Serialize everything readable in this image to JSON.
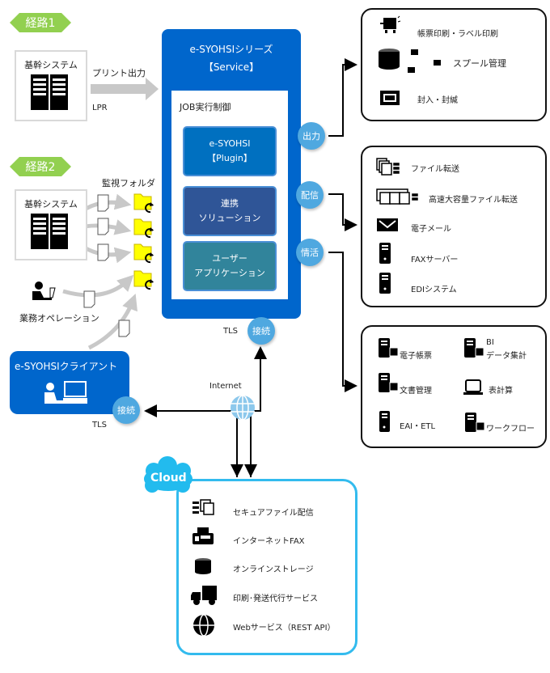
{
  "routes": [
    {
      "label": "経路1"
    },
    {
      "label": "経路2"
    }
  ],
  "route1": {
    "system_label": "基幹システム",
    "arrow_label": "プリント出力",
    "protocol_label": "LPR"
  },
  "route2": {
    "system_label": "基幹システム",
    "watch_folder_label": "監視フォルダ",
    "operation_label": "業務オペレーション"
  },
  "service": {
    "title_line1": "e-SYOHSIシリーズ",
    "title_line2": "【Service】",
    "job_label": "JOB実行制御",
    "modules": [
      {
        "line1": "e-SYOHSI",
        "line2": "【Plugin】",
        "color": "#0070c0"
      },
      {
        "line1": "連携",
        "line2": "ソリューション",
        "color": "#2f5597"
      },
      {
        "line1": "ユーザー",
        "line2": "アプリケーション",
        "color": "#31849b"
      }
    ]
  },
  "bubbles": {
    "output": "出力",
    "delivery": "配信",
    "info": "情活",
    "connect_service": "接続",
    "connect_client": "接続"
  },
  "tls_labels": {
    "service": "TLS",
    "client": "TLS"
  },
  "internet_label": "Internet",
  "client": {
    "title": "e-SYOHSIクライアント"
  },
  "output_box": {
    "items": [
      {
        "icon": "printer-icon",
        "label": "帳票印刷・ラベル印刷"
      },
      {
        "icon": "spool-icon",
        "label": "スプール管理"
      },
      {
        "icon": "inserter-icon",
        "label": "封入・封緘"
      }
    ]
  },
  "delivery_box": {
    "items": [
      {
        "icon": "file-transfer-icon",
        "label": "ファイル転送"
      },
      {
        "icon": "bulk-file-transfer-icon",
        "label": "高速大容量ファイル転送"
      },
      {
        "icon": "mail-icon",
        "label": "電子メール"
      },
      {
        "icon": "server-icon",
        "label": "FAXサーバー"
      },
      {
        "icon": "server-icon",
        "label": "EDIシステム"
      }
    ]
  },
  "info_box": {
    "items": [
      {
        "icon": "server-db-icon",
        "label": "電子帳票"
      },
      {
        "icon": "server-db-icon",
        "label_line1": "BI",
        "label_line2": "データ集計"
      },
      {
        "icon": "server-db-icon",
        "label": "文書管理"
      },
      {
        "icon": "laptop-icon",
        "label": "表計算"
      },
      {
        "icon": "server-icon",
        "label": "EAI・ETL"
      },
      {
        "icon": "server-db-icon",
        "label": "ワークフロー"
      }
    ]
  },
  "cloud": {
    "title": "Cloud",
    "items": [
      {
        "icon": "secure-file-icon",
        "label": "セキュアファイル配信"
      },
      {
        "icon": "fax-icon",
        "label": "インターネットFAX"
      },
      {
        "icon": "storage-icon",
        "label": "オンラインストレージ"
      },
      {
        "icon": "truck-icon",
        "label": "印刷･発送代行サービス"
      },
      {
        "icon": "globe-icon",
        "label": "Webサービス（REST API）"
      }
    ]
  },
  "colors": {
    "route_green": "#92d050",
    "service_blue": "#0066cc",
    "bubble_blue": "#4fa8e0",
    "cloud_cyan": "#33bbee",
    "folder_yellow": "#ffff00"
  }
}
